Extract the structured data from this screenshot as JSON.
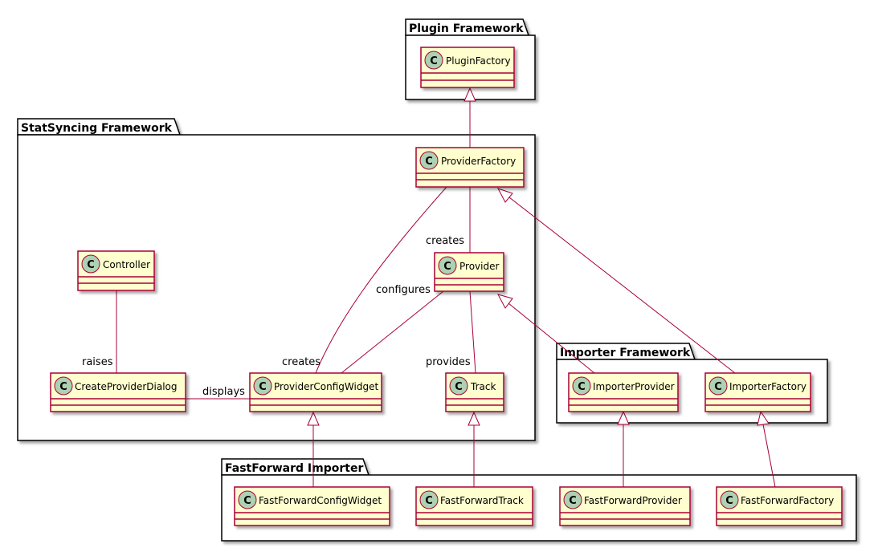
{
  "packages": {
    "plugin_framework": "Plugin Framework",
    "statsyncing_framework": "StatSyncing Framework",
    "importer_framework": "Importer Framework",
    "fastforward_importer": "FastForward Importer"
  },
  "classes": {
    "plugin_factory": "PluginFactory",
    "provider_factory": "ProviderFactory",
    "controller": "Controller",
    "provider": "Provider",
    "create_provider_dialog": "CreateProviderDialog",
    "provider_config_widget": "ProviderConfigWidget",
    "track": "Track",
    "importer_provider": "ImporterProvider",
    "importer_factory": "ImporterFactory",
    "fastforward_config_widget": "FastForwardConfigWidget",
    "fastforward_track": "FastForwardTrack",
    "fastforward_provider": "FastForwardProvider",
    "fastforward_factory": "FastForwardFactory"
  },
  "class_glyph": "C",
  "labels": {
    "creates_provider": "creates",
    "configures": "configures",
    "raises": "raises",
    "creates_widget": "creates",
    "displays": "displays",
    "provides": "provides"
  },
  "colors": {
    "class_fill": "#FEFECE",
    "class_border": "#A80036",
    "class_icon": "#ADD1B2"
  }
}
